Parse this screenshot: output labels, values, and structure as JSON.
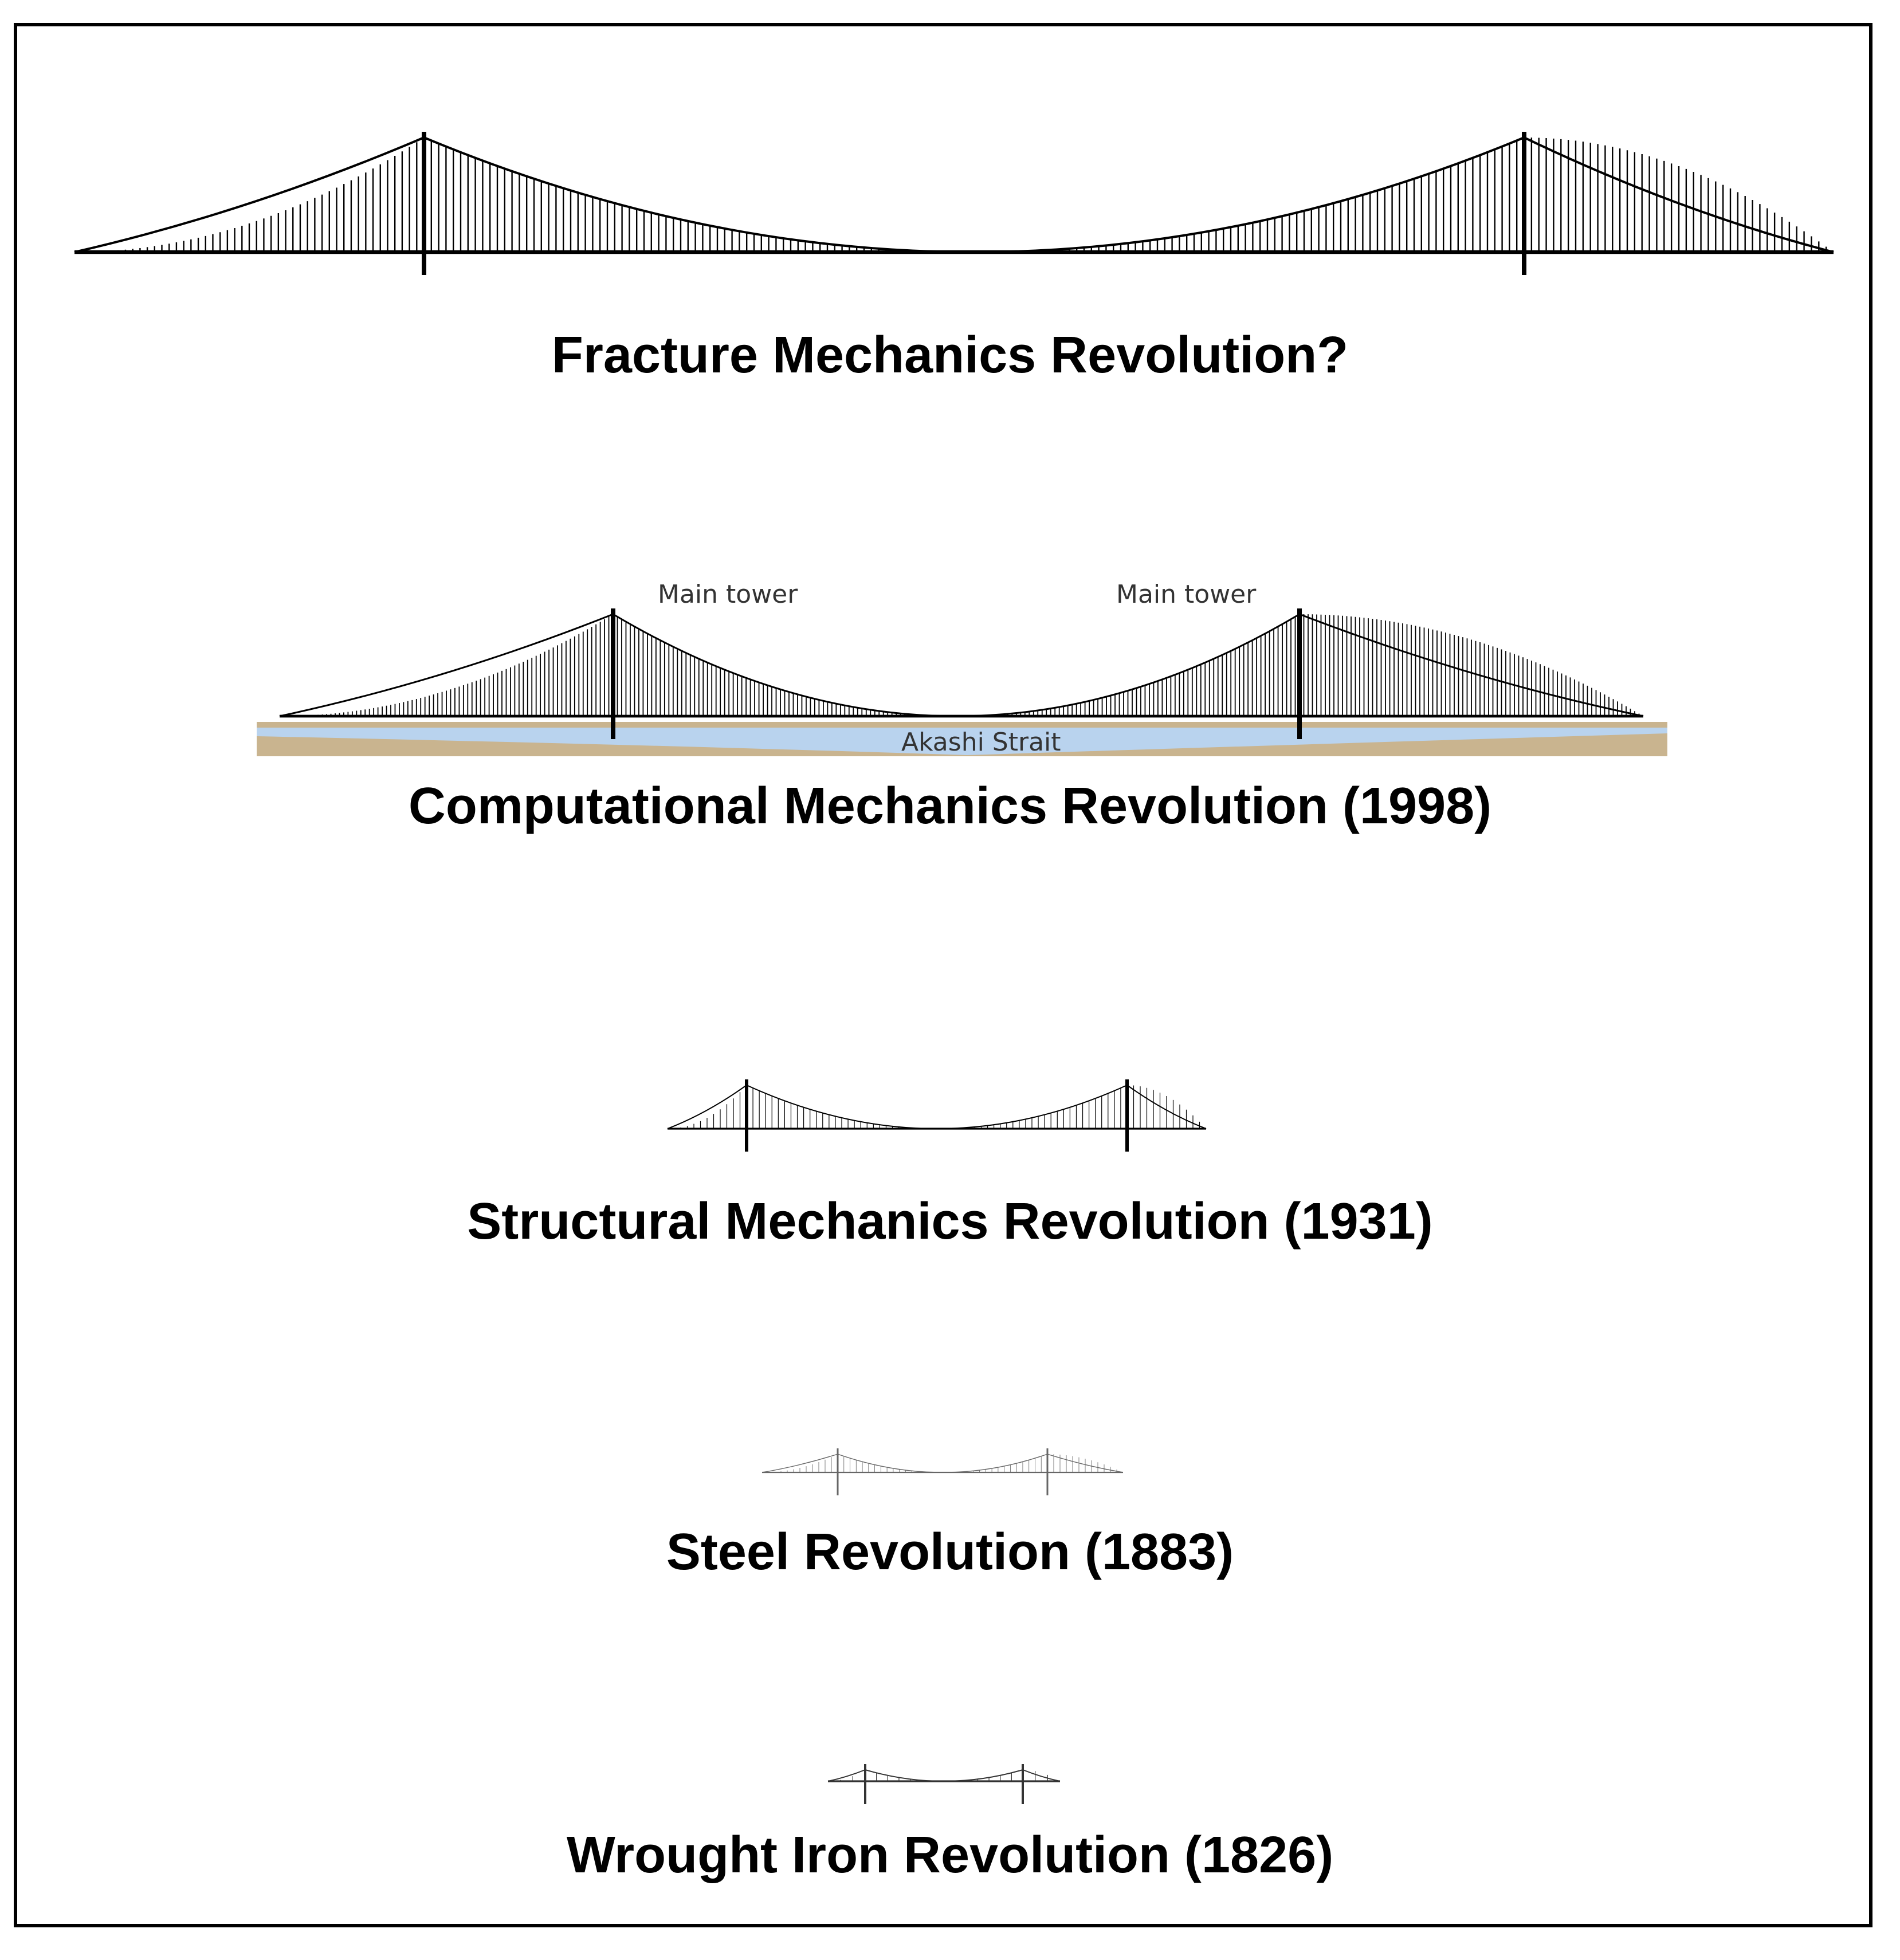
{
  "colors": {
    "ink": "#000000",
    "water": "#b9d3ee",
    "ground": "#c9b48f"
  },
  "tiers": [
    {
      "id": "fracture",
      "caption": "Fracture Mechanics Revolution?"
    },
    {
      "id": "computational",
      "caption": "Computational Mechanics Revolution (1998)",
      "tower_label_left": "Main tower",
      "tower_label_right": "Main tower",
      "water_label": "Akashi Strait"
    },
    {
      "id": "structural",
      "caption": "Structural Mechanics Revolution (1931)"
    },
    {
      "id": "steel",
      "caption": "Steel Revolution (1883)"
    },
    {
      "id": "wrought",
      "caption": "Wrought Iron Revolution (1826)"
    }
  ]
}
